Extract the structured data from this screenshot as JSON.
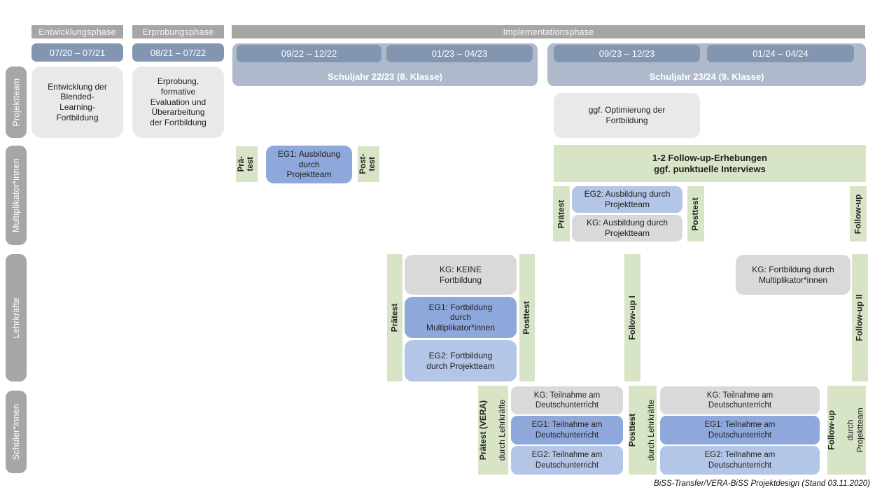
{
  "caption": "BiSS-Transfer/VERA-BiSS Projektdesign (Stand 03.11.2020)",
  "phases": {
    "entwicklung": "Entwicklungsphase",
    "erprobung": "Erprobungsphase",
    "implementation": "Implementationsphase"
  },
  "timeline": {
    "p_entwicklung": "07/20 – 07/21",
    "p_erprobung": "08/21 – 07/22",
    "year1": {
      "p1": "09/22 – 12/22",
      "p2": "01/23 – 04/23",
      "label": "Schuljahr 22/23 (8. Klasse)"
    },
    "year2": {
      "p1": "09/23 – 12/23",
      "p2": "01/24 – 04/24",
      "label": "Schuljahr 23/24 (9. Klasse)"
    }
  },
  "sidebar": {
    "projektteam": "Projektteam",
    "multiplikatoren": "Multiplikator*innen",
    "lehrkraefte": "Lehrkräfte",
    "schueler": "Schüler*innen"
  },
  "projektteam": {
    "entwicklung_box": "Entwicklung der\nBlended-\nLearning-\nFortbildung",
    "erprobung_box": "Erprobung,\nformative\nEvaluation und\nÜberarbeitung\nder Fortbildung",
    "optimierung_box": "ggf. Optimierung der\nFortbildung"
  },
  "multiplikatoren": {
    "praetest1": "Prä-\ntest",
    "eg1": "EG1: Ausbildung\ndurch\nProjektteam",
    "posttest1": "Post-\ntest",
    "followup_erhebungen": "1-2 Follow-up-Erhebungen\nggf. punktuelle Interviews",
    "praetest2": "Prätest",
    "eg2": "EG2: Ausbildung durch\nProjektteam",
    "kg": "KG: Ausbildung durch\nProjektteam",
    "posttest2": "Posttest",
    "followup": "Follow-up"
  },
  "lehrkraefte": {
    "praetest": "Prätest",
    "kg": "KG: KEINE\nFortbildung",
    "eg1": "EG1: Fortbildung\ndurch\nMultiplikator*innen",
    "eg2": "EG2: Fortbildung\ndurch Projektteam",
    "posttest": "Posttest",
    "followup1": "Follow-up I",
    "kg2": "KG: Fortbildung durch\nMultiplikator*innen",
    "followup2": "Follow-up II"
  },
  "schueler": {
    "praetest_main": "Prätest (VERA)",
    "praetest_sub": "durch Lehrkräfte",
    "kg1": "KG: Teilnahme am\nDeutschunterricht",
    "eg1a": "EG1: Teilnahme am\nDeutschunterricht",
    "eg2a": "EG2: Teilnahme am\nDeutschunterricht",
    "posttest_main": "Posttest",
    "posttest_sub": "durch Lehrkräfte",
    "kg2": "KG: Teilnahme am\nDeutschunterricht",
    "eg1b": "EG1: Teilnahme am\nDeutschunterricht",
    "eg2b": "EG2: Teilnahme am\nDeutschunterricht",
    "followup_main": "Follow-up",
    "followup_sub": "durch\nProjektteam"
  },
  "colors": {
    "bar_gray": "#a6a6a6",
    "date_blue": "#8296b2",
    "year_container": "#aebacb",
    "box_lightgray": "#e9e9e9",
    "kg_gray": "#d9d9d9",
    "eg1_blue": "#8fa8dc",
    "eg2_blue": "#b4c6e7",
    "green": "#d7e4c6"
  }
}
